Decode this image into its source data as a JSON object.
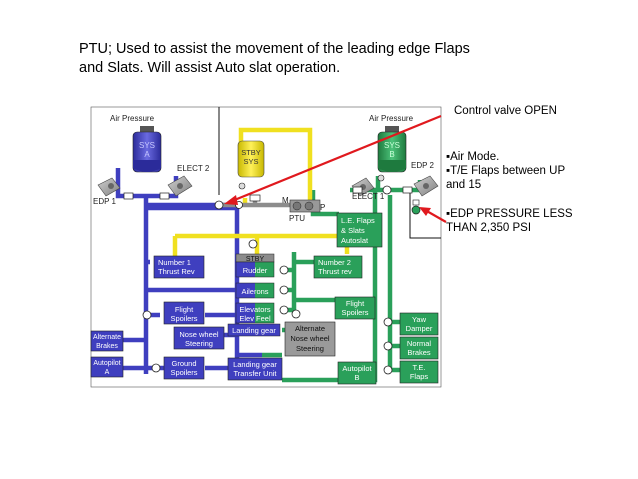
{
  "heading": {
    "line1": "PTU; Used to assist the movement of the leading edge Flaps",
    "line2": "and Slats. Will assist Auto slat operation."
  },
  "notes": {
    "control_valve": "Control valve OPEN",
    "bullet1": "▪Air Mode.",
    "bullet2a": "▪T/E Flaps between UP",
    "bullet2b": "and 15",
    "bullet3a": "▪EDP PRESSURE LESS",
    "bullet3b": "THAN 2,350 PSI"
  },
  "diagram": {
    "air_pressure_a": "Air Pressure",
    "air_pressure_b": "Air Pressure",
    "sys_a_1": "SYS",
    "sys_a_2": "A",
    "sys_b_1": "SYS",
    "sys_b_2": "B",
    "stby_1": "STBY",
    "stby_2": "SYS",
    "elect2_left": "ELECT 2",
    "edp1": "EDP 1",
    "edp2": "EDP 2",
    "elect1": "ELECT 1",
    "m_label": "M",
    "p_label": "P",
    "ptu": "PTU",
    "stby_bar": "STBY",
    "le_flaps_1": "L.E. Flaps",
    "le_flaps_2": "& Slats",
    "le_flaps_3": "Autoslat",
    "num1_1": "Number 1",
    "num1_2": "Thrust Rev",
    "num2_1": "Number 2",
    "num2_2": "Thrust rev",
    "rudder": "Rudder",
    "ailerons": "Ailerons",
    "elevators_1": "Elevators",
    "elevators_2": "Elev Feel",
    "flight_spoilers_l_1": "Flight",
    "flight_spoilers_l_2": "Spoilers",
    "flight_spoilers_r_1": "Flight",
    "flight_spoilers_r_2": "Spoilers",
    "nosewheel_1": "Nose wheel",
    "nosewheel_2": "Steering",
    "landing_gear": "Landing gear",
    "alt_nosewheel_1": "Alternate",
    "alt_nosewheel_2": "Nose wheel",
    "alt_nosewheel_3": "Steering",
    "alt_brakes_1": "Alternate",
    "alt_brakes_2": "Brakes",
    "ground_spoilers_1": "Ground",
    "ground_spoilers_2": "Spoilers",
    "lg_transfer_1": "Landing gear",
    "lg_transfer_2": "Transfer Unit",
    "autopilot_a_1": "Autopilot",
    "autopilot_a_2": "A",
    "autopilot_b_1": "Autopilot",
    "autopilot_b_2": "B",
    "yaw_damper_1": "Yaw",
    "yaw_damper_2": "Damper",
    "normal_brakes_1": "Normal",
    "normal_brakes_2": "Brakes",
    "te_flaps_1": "T.E.",
    "te_flaps_2": "Flaps"
  },
  "colors": {
    "system_a": "#3f3fbf",
    "system_b": "#2aa05a",
    "standby": "#f0e020",
    "neutral": "#8c8c8c",
    "arrow": "#e0191e"
  }
}
